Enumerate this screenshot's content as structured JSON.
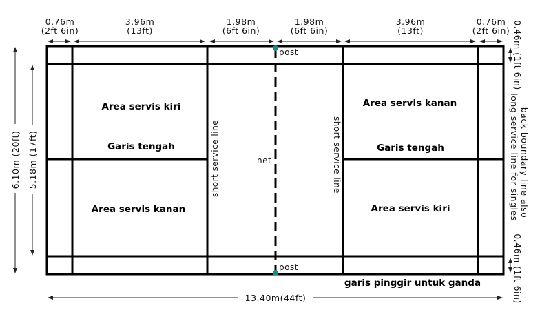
{
  "top_dimensions": [
    {
      "m": "0.76m",
      "imp": "(2ft 6in)"
    },
    {
      "m": "3.96m",
      "imp": "(13ft)"
    },
    {
      "m": "1.98m",
      "imp": "(6ft 6in)"
    },
    {
      "m": "1.98m",
      "imp": "(6ft 6in)"
    },
    {
      "m": "3.96m",
      "imp": "(13ft)"
    },
    {
      "m": "0.76m",
      "imp": "(2ft 6in)"
    }
  ],
  "left_dimensions": {
    "total_width": "6.10m (20ft)",
    "singles_width": "5.18m (17ft)"
  },
  "right_dimensions": {
    "top_alley": "0.46m (1ft 6in)",
    "bottom_alley": "0.46m (1ft 6in)",
    "back_label_1": "back boundary line also",
    "back_label_2": "long service line for singles"
  },
  "bottom_dimension": "13.40m(44ft)",
  "labels": {
    "post_top": "post",
    "post_bottom": "post",
    "net": "net",
    "short_service_left": "short service line",
    "short_service_right": "short service line",
    "area_top_left": "Area servis kiri",
    "center_left": "Garis tengah",
    "area_bottom_left": "Area servis kanan",
    "area_top_right": "Area servis kanan",
    "center_right": "Garis tengah",
    "area_bottom_right": "Area servis kiri",
    "side_line_doubles": "garis pinggir untuk ganda"
  },
  "colors": {
    "post": "#1a8a8a"
  }
}
